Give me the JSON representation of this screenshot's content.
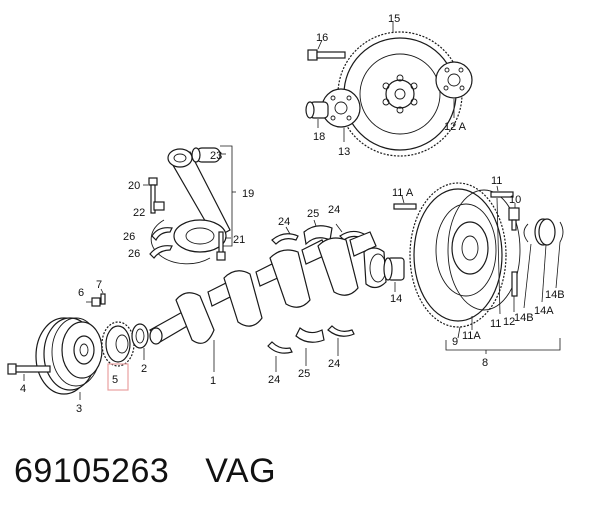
{
  "labels": {
    "l15": "15",
    "l16": "16",
    "l18": "18",
    "l13": "13",
    "l12a": "12 A",
    "l23": "23",
    "l20": "20",
    "l19": "19",
    "l22": "22",
    "l21": "21",
    "l26a": "26",
    "l26b": "26",
    "l24a": "24",
    "l25a": "25",
    "l24b": "24",
    "l11a_top": "11 A",
    "l11_top": "11",
    "l10": "10",
    "l7": "7",
    "l6": "6",
    "l5": "5",
    "l4": "4",
    "l3": "3",
    "l2": "2",
    "l1": "1",
    "l14": "14",
    "l24c": "24",
    "l25b": "25",
    "l24d": "24",
    "l9": "9",
    "l11a_bot": "11A",
    "l11_bot": "11",
    "l12": "12",
    "l14b_a": "14B",
    "l14a": "14A",
    "l14b_b": "14B",
    "l8": "8"
  },
  "caption": {
    "part_number": "69105263",
    "brand": "VAG"
  },
  "colors": {
    "highlight": "#e8a0a0",
    "ink": "#1a1a1a"
  }
}
